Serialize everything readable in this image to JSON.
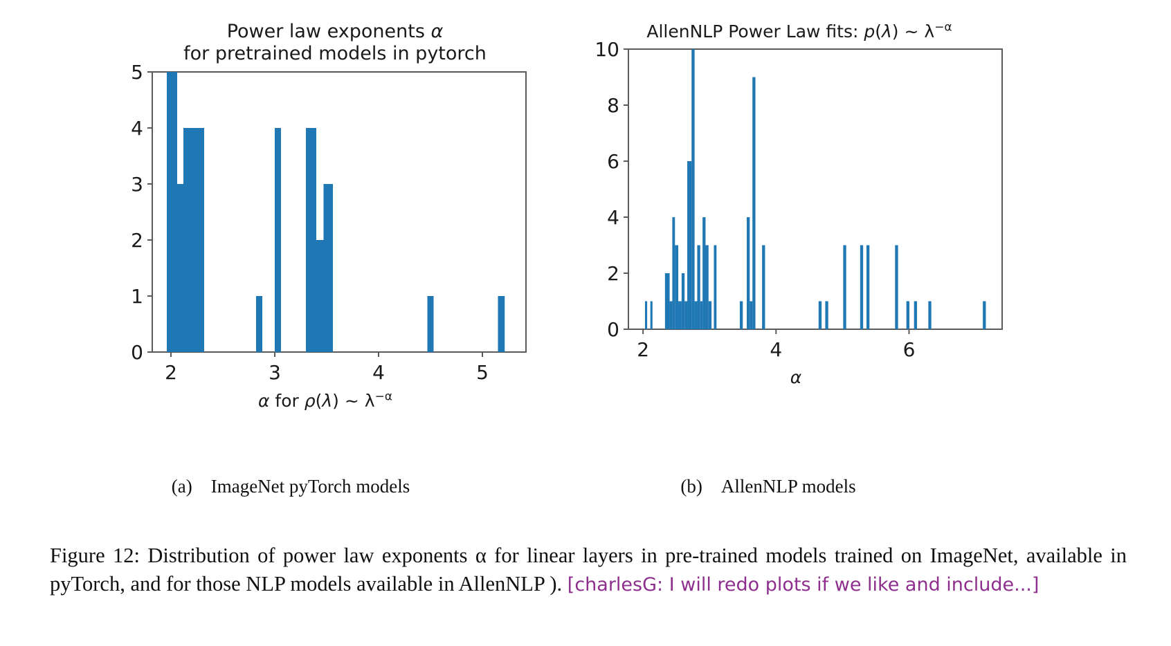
{
  "figure": {
    "number": "Figure 12:",
    "caption_main": "Distribution of power law exponents α for linear layers in pre-trained models trained on ImageNet, available in pyTorch, and for those NLP models available in AllenNLP ).",
    "caption_note": "[charlesG: I will redo plots if we like and include...]",
    "note_color": "#8e2f8e"
  },
  "panels": [
    {
      "id": "a",
      "subcaption": "(a) ImageNet pyTorch models",
      "title": "Power law exponents α\nfor pretrained models in pytorch",
      "xlabel": "α for ρ(λ) ~ λ −α"
    },
    {
      "id": "b",
      "subcaption": "(b) AllenNLP models",
      "title": "AllenNLP Power Law fits: p(λ) ~ λ −α",
      "xlabel": "α"
    }
  ],
  "chart_data": [
    {
      "type": "bar",
      "id": "pytorch-hist",
      "title": "Power law exponents α for pretrained models in pytorch",
      "xlabel": "α for ρ(λ) ~ λ^−α",
      "ylabel": "",
      "xlim": [
        1.82,
        5.42
      ],
      "ylim": [
        0,
        5
      ],
      "xticks": [
        2,
        3,
        4,
        5
      ],
      "yticks": [
        0,
        1,
        2,
        3,
        4,
        5
      ],
      "grid": false,
      "legend": "none",
      "bar_color": "#1f77b4",
      "bin_width": 0.118,
      "bars": [
        {
          "x0": 1.96,
          "x1": 2.06,
          "value": 5
        },
        {
          "x0": 2.06,
          "x1": 2.12,
          "value": 3
        },
        {
          "x0": 2.12,
          "x1": 2.32,
          "value": 4
        },
        {
          "x0": 2.82,
          "x1": 2.88,
          "value": 1
        },
        {
          "x0": 3.0,
          "x1": 3.06,
          "value": 4
        },
        {
          "x0": 3.3,
          "x1": 3.4,
          "value": 4
        },
        {
          "x0": 3.4,
          "x1": 3.47,
          "value": 2
        },
        {
          "x0": 3.47,
          "x1": 3.56,
          "value": 3
        },
        {
          "x0": 4.47,
          "x1": 4.53,
          "value": 1
        },
        {
          "x0": 5.15,
          "x1": 5.215,
          "value": 1
        }
      ]
    },
    {
      "type": "bar",
      "id": "allennlp-hist",
      "title": "AllenNLP Power Law fits: p(λ) ~ λ^−α",
      "xlabel": "α",
      "ylabel": "",
      "xlim": [
        1.78,
        7.4
      ],
      "ylim": [
        0,
        10
      ],
      "xticks": [
        2,
        4,
        6
      ],
      "yticks": [
        0,
        2,
        4,
        6,
        8,
        10
      ],
      "grid": false,
      "legend": "none",
      "bar_color": "#1f77b4",
      "bin_width": 0.055,
      "bars": [
        {
          "x0": 2.03,
          "x1": 2.062,
          "value": 1
        },
        {
          "x0": 2.11,
          "x1": 2.142,
          "value": 1
        },
        {
          "x0": 2.33,
          "x1": 2.4,
          "value": 2
        },
        {
          "x0": 2.4,
          "x1": 2.44,
          "value": 1
        },
        {
          "x0": 2.44,
          "x1": 2.48,
          "value": 4
        },
        {
          "x0": 2.48,
          "x1": 2.53,
          "value": 3
        },
        {
          "x0": 2.53,
          "x1": 2.58,
          "value": 1
        },
        {
          "x0": 2.58,
          "x1": 2.625,
          "value": 2
        },
        {
          "x0": 2.625,
          "x1": 2.665,
          "value": 1
        },
        {
          "x0": 2.665,
          "x1": 2.73,
          "value": 6
        },
        {
          "x0": 2.73,
          "x1": 2.775,
          "value": 10
        },
        {
          "x0": 2.775,
          "x1": 2.815,
          "value": 1
        },
        {
          "x0": 2.815,
          "x1": 2.86,
          "value": 3
        },
        {
          "x0": 2.86,
          "x1": 2.895,
          "value": 1
        },
        {
          "x0": 2.895,
          "x1": 2.94,
          "value": 4
        },
        {
          "x0": 2.94,
          "x1": 2.985,
          "value": 3
        },
        {
          "x0": 2.985,
          "x1": 3.03,
          "value": 1
        },
        {
          "x0": 3.065,
          "x1": 3.105,
          "value": 3
        },
        {
          "x0": 3.455,
          "x1": 3.5,
          "value": 1
        },
        {
          "x0": 3.56,
          "x1": 3.605,
          "value": 4
        },
        {
          "x0": 3.605,
          "x1": 3.645,
          "value": 1
        },
        {
          "x0": 3.645,
          "x1": 3.69,
          "value": 9
        },
        {
          "x0": 3.79,
          "x1": 3.835,
          "value": 3
        },
        {
          "x0": 4.64,
          "x1": 4.685,
          "value": 1
        },
        {
          "x0": 4.74,
          "x1": 4.785,
          "value": 1
        },
        {
          "x0": 5.01,
          "x1": 5.055,
          "value": 3
        },
        {
          "x0": 5.265,
          "x1": 5.31,
          "value": 3
        },
        {
          "x0": 5.36,
          "x1": 5.405,
          "value": 3
        },
        {
          "x0": 5.79,
          "x1": 5.835,
          "value": 3
        },
        {
          "x0": 5.96,
          "x1": 6.005,
          "value": 1
        },
        {
          "x0": 6.075,
          "x1": 6.12,
          "value": 1
        },
        {
          "x0": 6.29,
          "x1": 6.335,
          "value": 1
        },
        {
          "x0": 7.11,
          "x1": 7.155,
          "value": 1
        }
      ]
    }
  ]
}
